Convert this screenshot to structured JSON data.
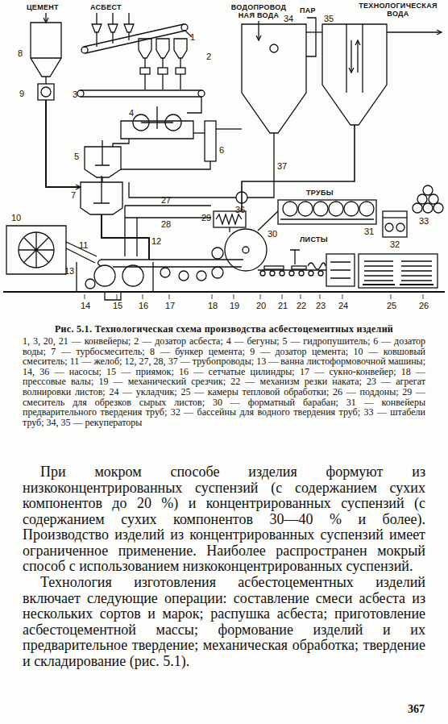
{
  "diagram": {
    "caption": "Рис. 5.1. Технологическая схема производства асбестоцементных изделий",
    "labels": [
      "ЦЕМЕНТ",
      "АСБЕСТ",
      "ВОДОПРОВОД НАЯ ВОДА",
      "ПАР",
      "ТЕХНОЛОГИЧЕСКАЯ ВОДА",
      "1",
      "2",
      "3",
      "8",
      "9",
      "34",
      "35",
      "4",
      "5",
      "6",
      "36",
      "37",
      "7",
      "27",
      "28",
      "29",
      "ТРУБЫ",
      "31",
      "32",
      "33",
      "12",
      "10",
      "11",
      "30",
      "ЛИСТЫ",
      "13",
      "14",
      "15",
      "16",
      "17",
      "18",
      "19",
      "20",
      "21",
      "22",
      "23",
      "24",
      "25",
      "26",
      "1, 3, 20, 21 — конвейеры; 2 — дозатор асбеста; 4 — бегуны; 5 — гидропушитель; 6 — дозатор воды; 7 — турбосмеситель; 8 — бункер цемента; 9 — дозатор цемента; 10 — ковшовый смеситель; 11 — желоб; 12, 27, 28, 37 — трубопроводы; 13 — ванна листоформовочной машины; 14, 36 — насосы; 15 — приямок; 16 — сетчатые цилиндры; 17 — сукно-конвейер; 18 — прессовые валы; 19 — механический срезчик; 22 — механизм резки наката; 23 — агрегат волнировки листов; 24 — укладчик; 25 — камеры тепловой обработки; 26 — поддоны; 29 — смеситель для обрезков сырых листов; 30 — форматный барабан; 31 — конвейеры предварительного твердения труб; 32 — бассейны для водного твердения труб; 33 — штабели труб; 34, 35 — рекуператоры",
      "При мокром способе изделия формуют из низкоконцентрированных суспензий (с содержанием сухих компонентов до 20 %) и концентрированных суспензий (с содержанием сухих компонентов 30—40 % и более). Производство изделий из концентрированных суспензий имеет ограниченное применение. Наиболее распространен мокрый способ с использованием низкоконцентрированных суспензий.",
      "Технология изготовления асбестоцементных изделий включает следующие операции: составление смеси асбеста из нескольких сортов и марок; распушка асбеста; приготовление асбестоцементной массы; формование изделий и их предварительное твердение; механическая обработка; твердение и складирование (рис. 5.1).",
      "367"
    ]
  }
}
